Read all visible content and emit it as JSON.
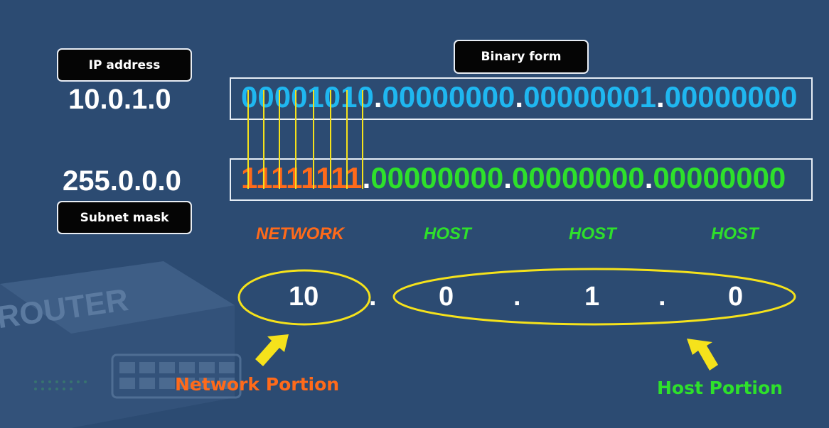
{
  "background_text": "ROUTER",
  "labels": {
    "ip_address": "IP address",
    "subnet_mask": "Subnet mask",
    "binary_form": "Binary form"
  },
  "ip": "10.0.1.0",
  "mask": "255.0.0.0",
  "ip_binary": [
    "00001010",
    "00000000",
    "00000001",
    "00000000"
  ],
  "mask_binary": [
    "11111111",
    "00000000",
    "00000000",
    "00000000"
  ],
  "separator": ".",
  "portions": {
    "network": "NETWORK",
    "host1": "HOST",
    "host2": "HOST",
    "host3": "HOST"
  },
  "octets": [
    "10",
    "0",
    "1",
    "0"
  ],
  "captions": {
    "network_portion": "Network Portion",
    "host_portion": "Host Portion"
  },
  "colors": {
    "background": "#2c4b72",
    "ip_binary": "#1fb7f0",
    "network": "#ff6a1a",
    "host": "#2ee02b",
    "highlight": "#f5e21b"
  }
}
